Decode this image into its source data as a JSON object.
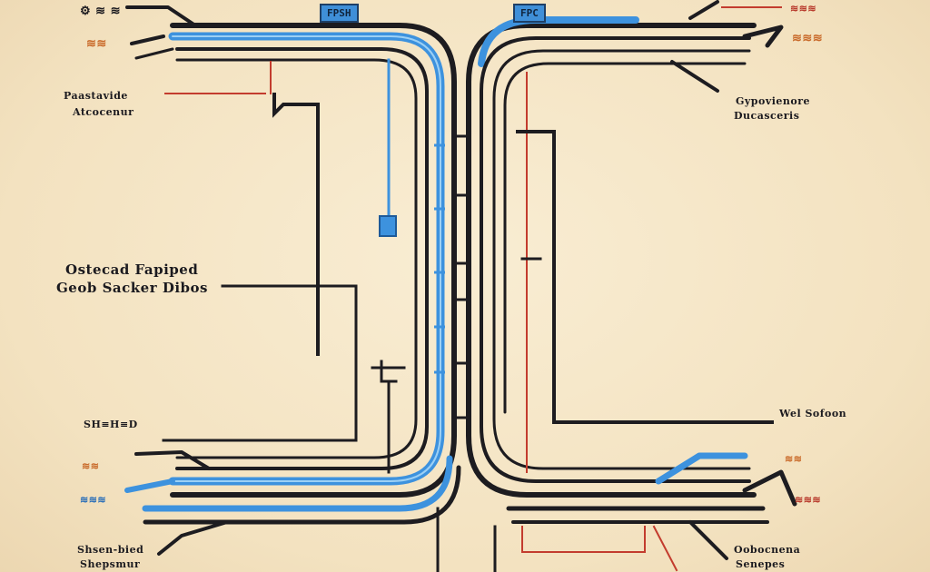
{
  "labels": {
    "top_box_left": "FPSH",
    "top_box_right": "FPC",
    "left_mid_a": "Ostecad Fapiped",
    "left_mid_b": "Geob Sacker Dibos",
    "left_upper_a": "Paastavide",
    "left_upper_b": "Atcocenur",
    "right_upper_a": "Gypovienore",
    "right_upper_b": "Ducasceris",
    "right_low_a": "Wel Sofoon",
    "bottom_left_a": "Shsen-bied",
    "bottom_left_b": "Shepsmur",
    "bottom_right_a": "Oobocnena",
    "bottom_right_b": "Senepes"
  }
}
